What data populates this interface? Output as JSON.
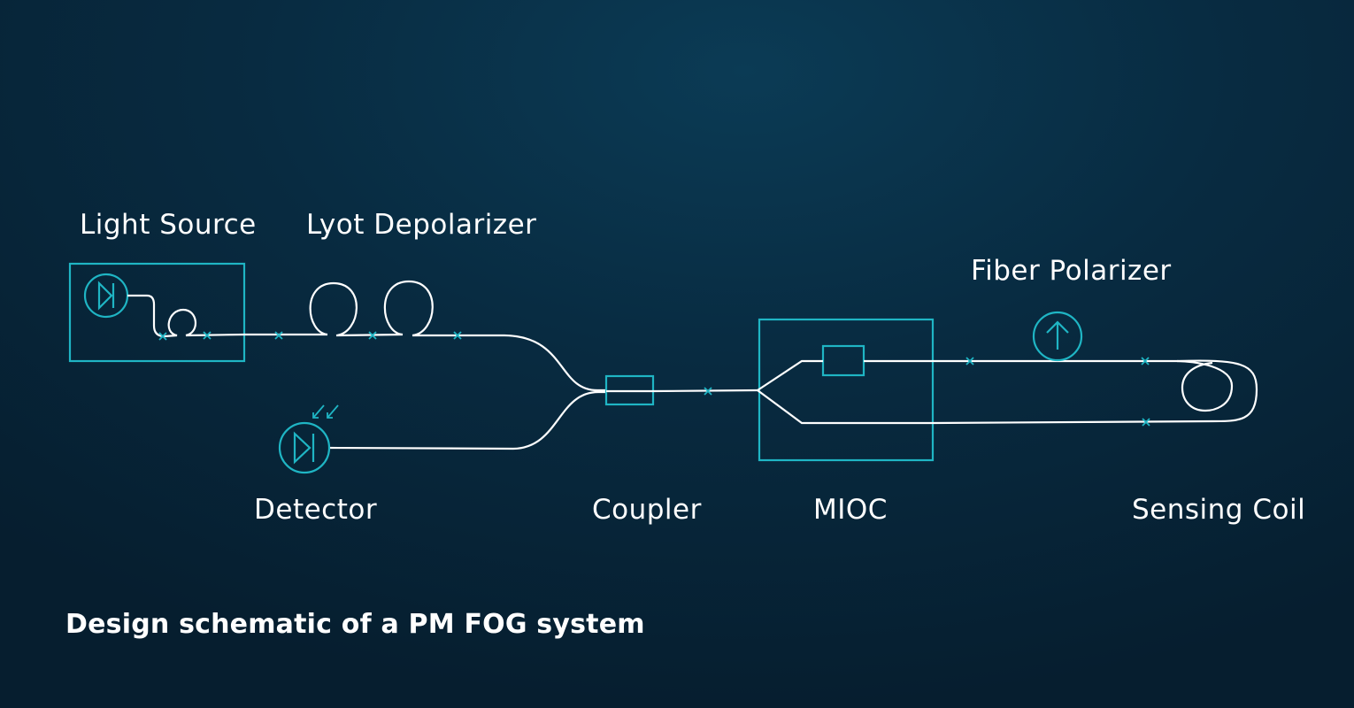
{
  "caption": "Design schematic of a PM FOG system",
  "colors": {
    "fiber": "#ffffff",
    "component": "#1fb5c4",
    "background": "#082b41"
  },
  "components": {
    "light_source": {
      "label": "Light Source",
      "icon": "photodiode-source-icon"
    },
    "lyot_depolarizer": {
      "label": "Lyot Depolarizer",
      "icon": "fiber-loop-icon"
    },
    "detector": {
      "label": "Detector",
      "icon": "photodetector-icon"
    },
    "coupler": {
      "label": "Coupler",
      "icon": "coupler-box-icon"
    },
    "mioc": {
      "label": "MIOC",
      "icon": "mioc-box-icon"
    },
    "fiber_polarizer": {
      "label": "Fiber Polarizer",
      "icon": "polarizer-arrow-icon"
    },
    "sensing_coil": {
      "label": "Sensing Coil",
      "icon": "coil-loop-icon"
    }
  }
}
